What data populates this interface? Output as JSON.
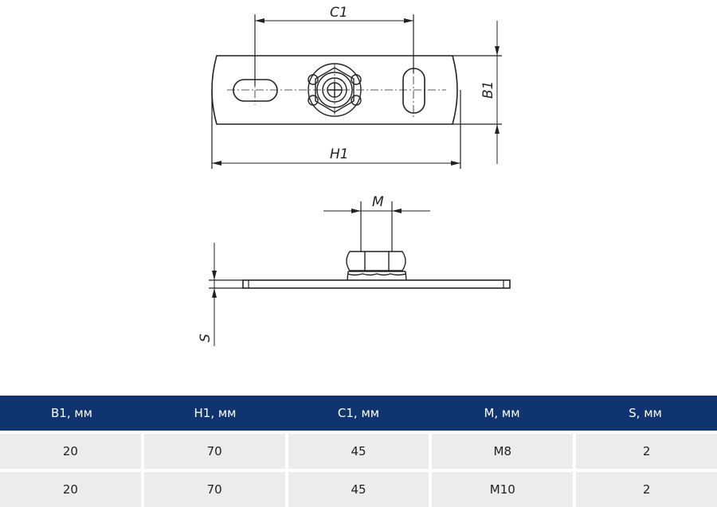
{
  "drawing": {
    "labels": {
      "c1": "C1",
      "b1": "B1",
      "h1": "H1",
      "m": "M",
      "s": "S"
    }
  },
  "table": {
    "headers": [
      "B1, мм",
      "H1, мм",
      "C1, мм",
      "M, мм",
      "S, мм"
    ],
    "rows": [
      [
        "20",
        "70",
        "45",
        "M8",
        "2"
      ],
      [
        "20",
        "70",
        "45",
        "M10",
        "2"
      ]
    ]
  },
  "colors": {
    "header_bg": "#0f3470",
    "header_text": "#ffffff",
    "cell_bg": "#ececec"
  }
}
